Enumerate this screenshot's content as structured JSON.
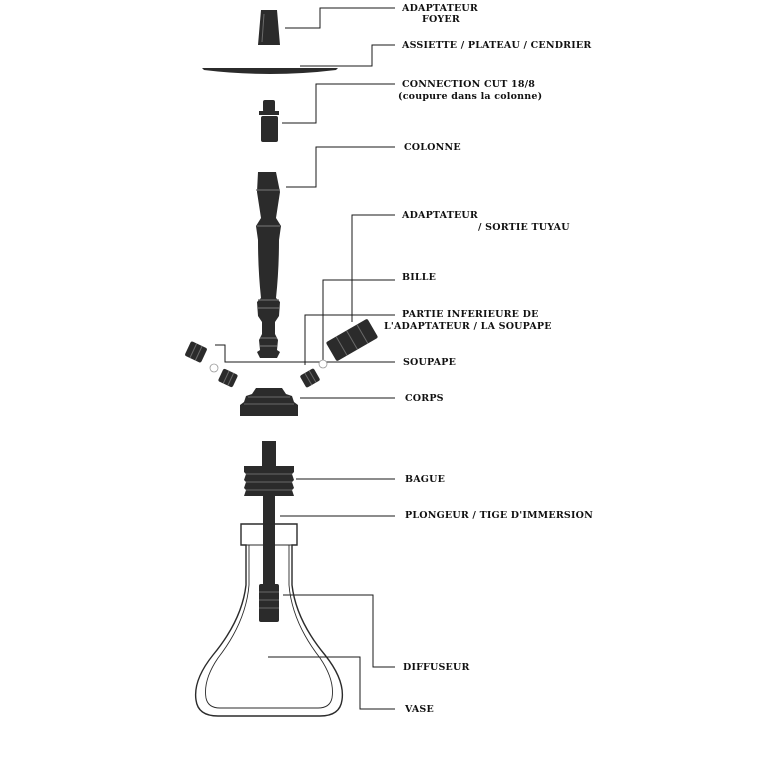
{
  "labels": {
    "adaptateur_foyer": [
      "ADAPTATEUR",
      "FOYER"
    ],
    "assiette": "ASSIETTE / PLATEAU / CENDRIER",
    "connection_cut": [
      "CONNECTION CUT 18/8",
      "(coupure dans la colonne)"
    ],
    "colonne": "COLONNE",
    "adaptateur_sortie": [
      "ADAPTATEUR",
      "/ SORTIE TUYAU"
    ],
    "bille": "BILLE",
    "partie_inferieure": [
      "PARTIE INFERIEURE DE",
      "L'ADAPTATEUR /  LA SOUPAPE"
    ],
    "soupape": "SOUPAPE",
    "corps": "CORPS",
    "bague": "BAGUE",
    "plongeur": "PLONGEUR / TIGE D'IMMERSION",
    "diffuseur": "DIFFUSEUR",
    "vase": "VASE"
  },
  "colors": {
    "ink": "#1a1a1a",
    "part": "#2b2b2b",
    "highlight": "#6a6a6a"
  }
}
